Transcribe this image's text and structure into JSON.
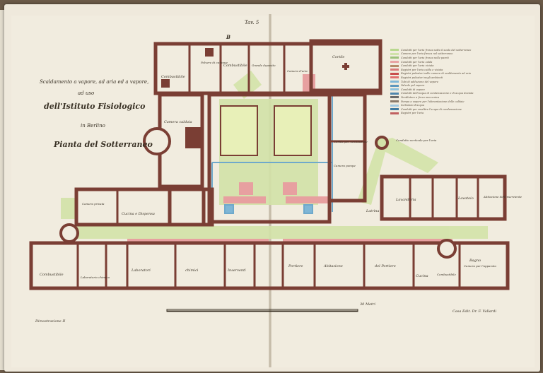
{
  "document": {
    "plate_number": "Tav. 5",
    "title_lines": [
      "Scaldamento a vapore, ad aria ed a vapore,",
      "ad uso",
      "dell'Istituto Fisiologico",
      "in Berlino",
      "Pianta del Sotterraneo"
    ],
    "section_mark": "B",
    "signature_left": "Dimostrazione II",
    "signature_right": "Casa Edit. Dr. F. Vallardi",
    "scale_label": "30 Metri"
  },
  "rooms": {
    "combustibile_top": "Combustibile",
    "polvere_carbone": "Polvere di carbone",
    "combustibile_mid": "Combustibile",
    "grande_deposito": "Grande deposito",
    "camera_aria": "Camera d'aria",
    "cortile": "Cortile",
    "camera_caldaia": "Camera caldaia",
    "cortile_ventilazione": "Cortile per ventilazione",
    "camera_pompe": "Camera pompe",
    "condotto": "Condotto verticale per l'aria",
    "camera_privata": "Camera privata",
    "cucina": "Cucina e Dispensa",
    "latrina": "Latrina",
    "lavanderia": "Lavanderia",
    "lavatoio": "Lavatoio",
    "abitazione_inserv": "Abitazione dell'inserviente",
    "combustibile_bottom": "Combustibile",
    "laboratorio_chimico": "Laboratorio chimico",
    "laboratori": "Laboratori",
    "chimici": "chimici",
    "inserventi": "Inserventi",
    "portiere": "Portiere",
    "abitazione": "Abitazione",
    "del_portiere": "del Portiere",
    "cucina_bottom": "Cucina",
    "bagno": "Bagno",
    "camera_bagno": "Camera per l'apparato",
    "combustibile_small": "Combustibile"
  },
  "legend": [
    {
      "label": "Condotti per l'aria fresca sotto il suolo del sotterraneo",
      "color": "#b9d88f"
    },
    {
      "label": "Camere per l'aria fresca nel sotterraneo",
      "color": "#cfe2a8"
    },
    {
      "label": "Condotti per l'aria fresca nelle pareti",
      "color": "#9cc17a"
    },
    {
      "label": "Condotti per l'aria calda",
      "color": "#e8a3a3"
    },
    {
      "label": "Condotti per l'aria viziata",
      "color": "#b58a6a"
    },
    {
      "label": "Registri per l'aria calda e viziata",
      "color": "#d97a7a"
    },
    {
      "label": "Registri pulsatori sulle camere di scaldamento ad aria",
      "color": "#c94d4d"
    },
    {
      "label": "Registri pulsatori negli ambienti",
      "color": "#e07070"
    },
    {
      "label": "Tubi di adduzione del vapore",
      "color": "#7fb6d6"
    },
    {
      "label": "Valvole pel vapore",
      "color": "#5d97bd"
    },
    {
      "label": "Condotti di vapore",
      "color": "#8fc2dd"
    },
    {
      "label": "Condotti dell'acqua di condensazione e di acqua deviata",
      "color": "#4f86ad"
    },
    {
      "label": "Ventilatore a forza meccanica",
      "color": "#6a6a6a"
    },
    {
      "label": "Pompa a vapore per l'alimentazione delle caldaie",
      "color": "#8a7a6a"
    },
    {
      "label": "Serbatoio d'acqua",
      "color": "#a0c8e0"
    },
    {
      "label": "Condotti per smaltire l'acqua di condensazione",
      "color": "#3f7aa0"
    },
    {
      "label": "Registri per l'aria",
      "color": "#c06060"
    }
  ],
  "colors": {
    "wall": "#7a3e34",
    "fresh_air": "#c9de9a",
    "warm_duct": "#e7a0a0",
    "steam": "#8dbfd9",
    "paper": "#f1ecdf"
  }
}
